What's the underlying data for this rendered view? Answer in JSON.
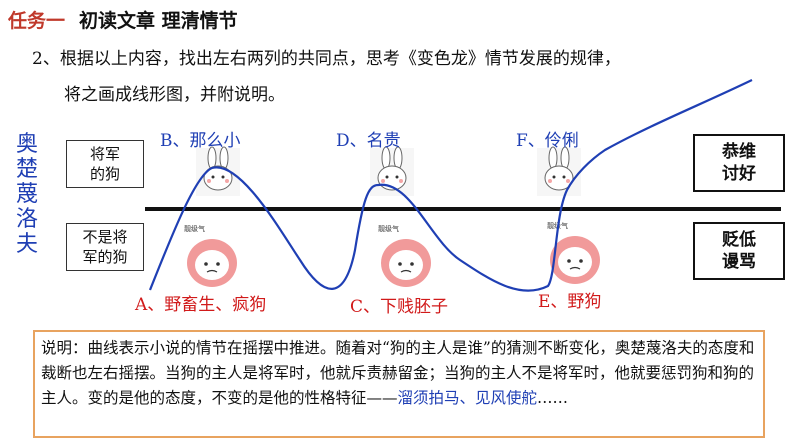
{
  "title": {
    "task": "任务一",
    "heading": "初读文章 理清情节"
  },
  "question": {
    "line1": "2、根据以上内容，找出左右两列的共同点，思考《变色龙》情节发展的规律，",
    "line2": "将之画成线形图，并附说明。"
  },
  "diagram": {
    "person": [
      "奥",
      "楚",
      "蔑",
      "洛",
      "夫"
    ],
    "left_top": [
      "将军",
      "的狗"
    ],
    "left_bottom": [
      "不是将",
      "军的狗"
    ],
    "right_top": [
      "恭维",
      "讨好"
    ],
    "right_bottom": [
      "贬低",
      "谩骂"
    ],
    "points_top": [
      "B、那么小",
      "D、名贵",
      "F、伶俐"
    ],
    "points_bottom": [
      "A、野畜生、疯狗",
      "C、下贱胚子",
      "E、野狗"
    ],
    "sticker_text": "靓级气",
    "colors": {
      "blue": "#1f3fb4",
      "red": "#d11a1a",
      "curve": "#1f3fb4",
      "box_border": "#e8a35f"
    }
  },
  "explanation": {
    "text": "说明：曲线表示小说的情节在摇摆中推进。随着对“狗的主人是谁”的猜测不断变化，奥楚蔑洛夫的态度和裁断也左右摇摆。当狗的主人是将军时，他就斥责赫留金；当狗的主人不是将军时，他就要惩罚狗和狗的主人。变的是他的态度，不变的是他的性格特征——",
    "highlight": "溜须拍马、见风使舵",
    "ellipsis": "……"
  }
}
